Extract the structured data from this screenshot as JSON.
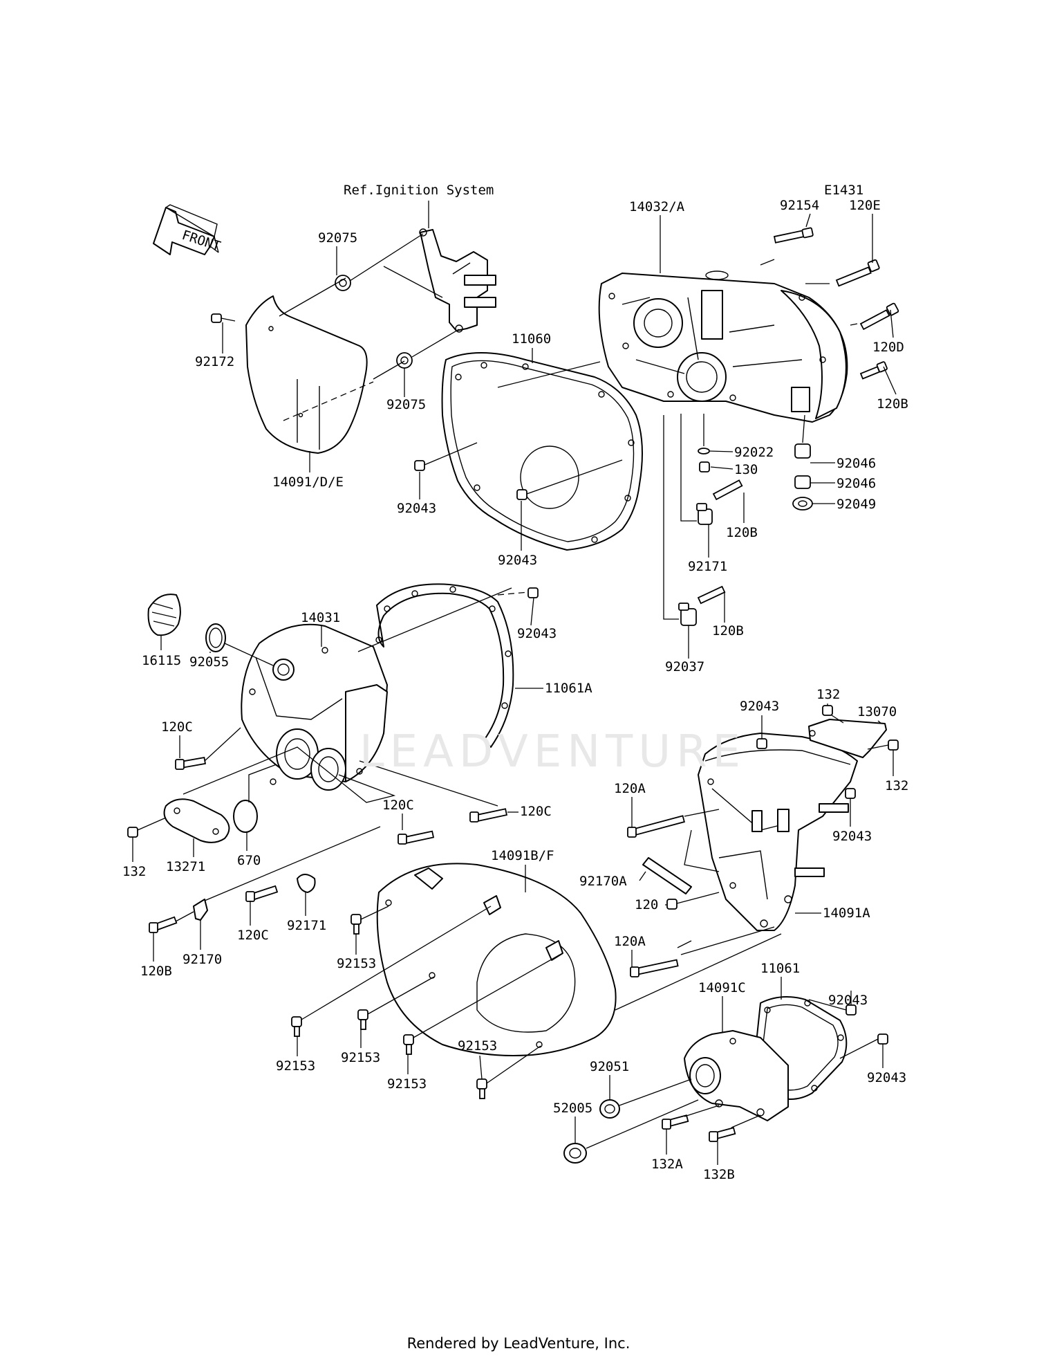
{
  "diagram": {
    "figure_code": "E1431",
    "reference_note": "Ref.Ignition System",
    "front_label": "FRONT",
    "watermark": "LEADVENTURE",
    "footer": "Rendered by LeadVenture, Inc."
  },
  "callouts": [
    "92075",
    "92172",
    "92075",
    "14091/D/E",
    "11060",
    "92043",
    "92043",
    "14032/A",
    "92154",
    "120E",
    "120D",
    "120B",
    "92022",
    "130",
    "92046",
    "92046",
    "92049",
    "120B",
    "92171",
    "120B",
    "92037",
    "16115",
    "92055",
    "14031",
    "92043",
    "11061A",
    "120C",
    "120C",
    "120C",
    "132",
    "13271",
    "670",
    "120B",
    "92170",
    "120C",
    "92171",
    "92153",
    "14091B/F",
    "92153",
    "92153",
    "92153",
    "92153",
    "92043",
    "132",
    "13070",
    "132",
    "120A",
    "92043",
    "92170A",
    "120",
    "14091A",
    "120A",
    "11061",
    "92043",
    "14091C",
    "92051",
    "92043",
    "52005",
    "132A",
    "132B"
  ]
}
